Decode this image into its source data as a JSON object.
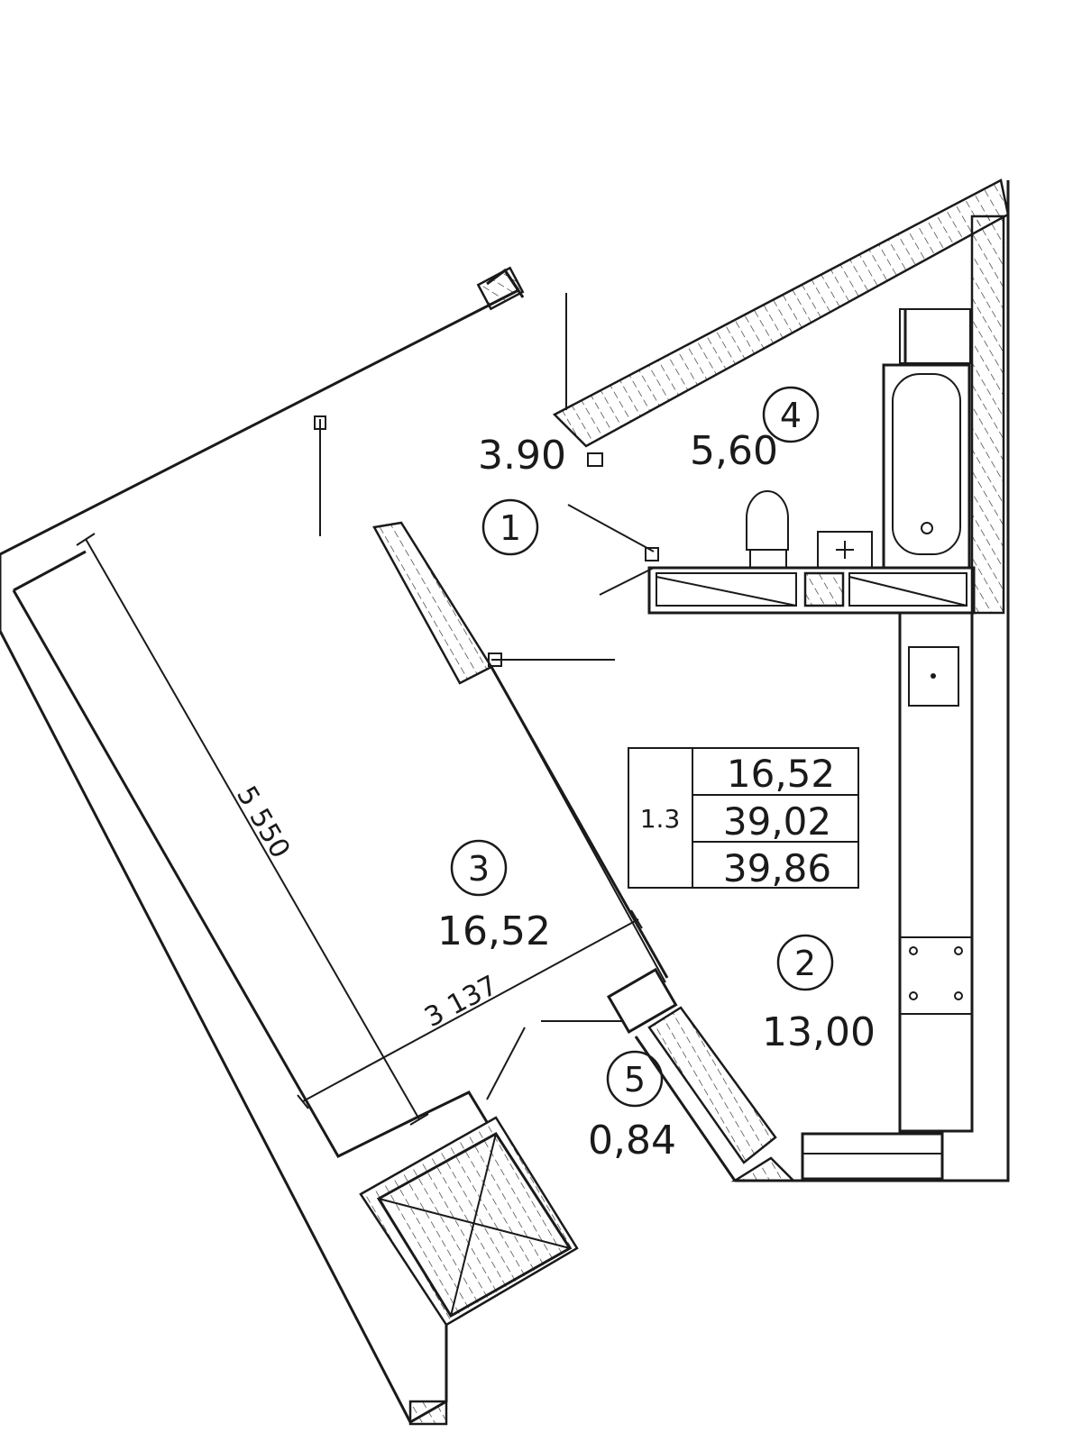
{
  "plan": {
    "rooms": [
      {
        "id": "1",
        "number": "1",
        "area": "3.90"
      },
      {
        "id": "2",
        "number": "2",
        "area": "13,00"
      },
      {
        "id": "3",
        "number": "3",
        "area": "16,52"
      },
      {
        "id": "4",
        "number": "4",
        "area": "5,60"
      },
      {
        "id": "5",
        "number": "5",
        "area": "0,84"
      }
    ],
    "dimensions": {
      "length": "5 550",
      "width": "3 137"
    },
    "summary_table": {
      "apartment": "1.3",
      "living_area": "16,52",
      "total_area": "39,02",
      "total_with_balcony": "39,86"
    }
  }
}
